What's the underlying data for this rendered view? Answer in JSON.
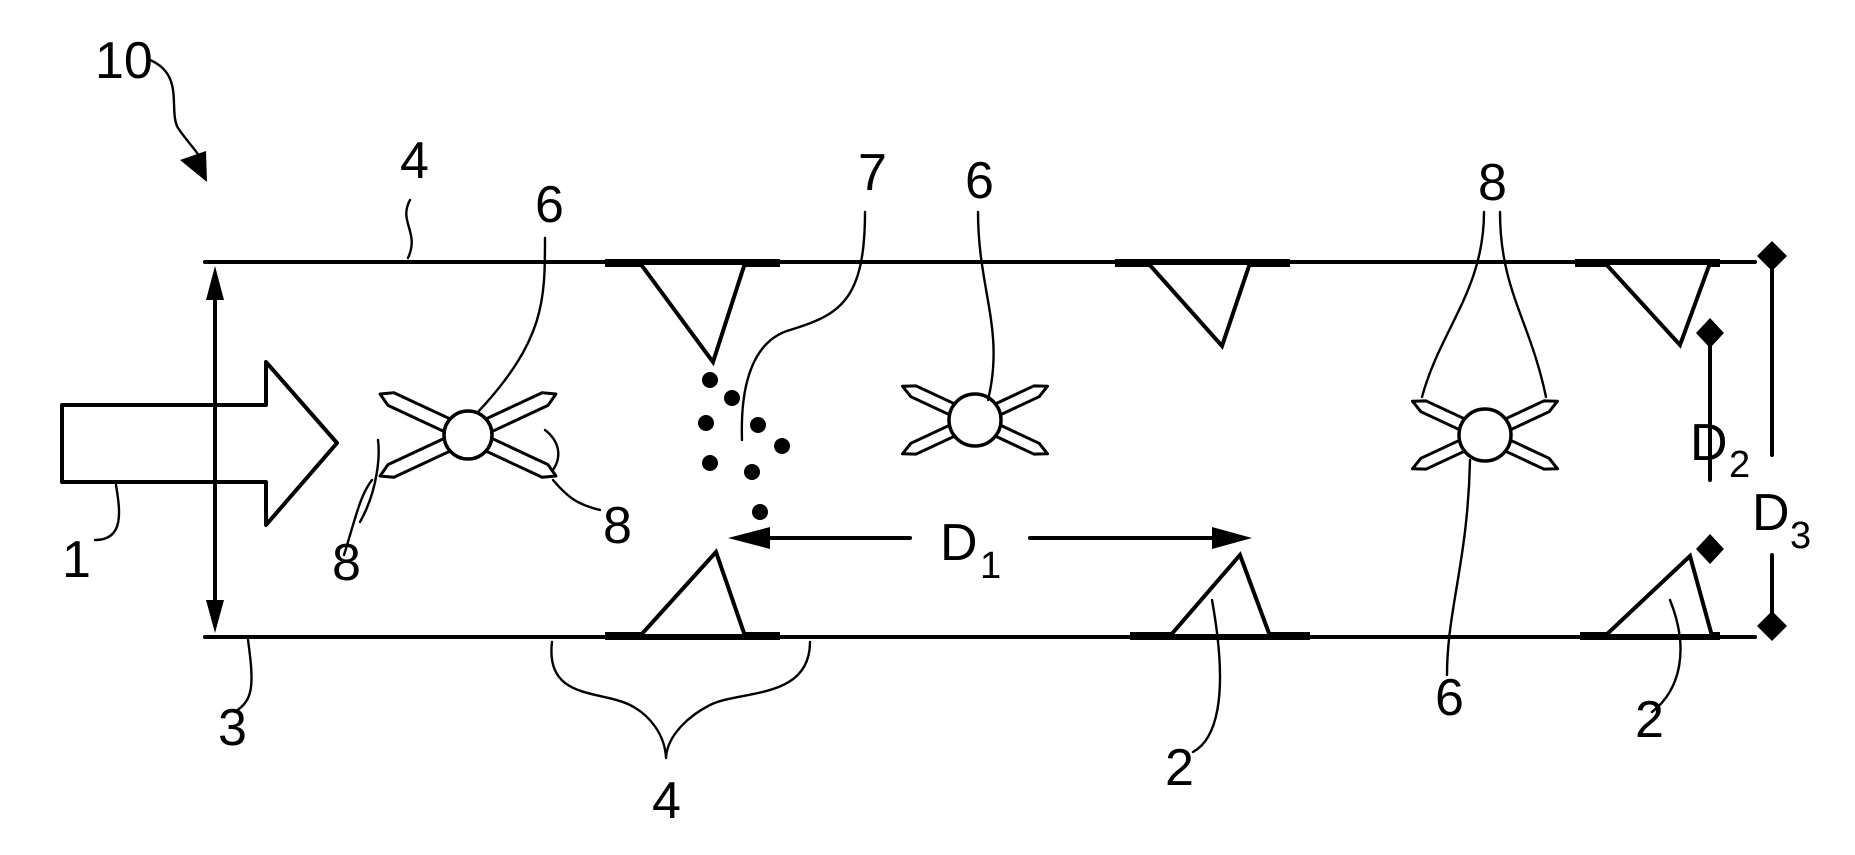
{
  "figure": {
    "ref_numerals": {
      "device": "10",
      "flow": "1",
      "baffle": "2",
      "wall": "3",
      "section_top": "4",
      "section_bottom": "4",
      "mixer_left": "6",
      "mixer_middle": "6",
      "mixer_right": "6",
      "particles": "7",
      "blade_left_a": "8",
      "blade_left_b": "8",
      "blade_right": "8",
      "baffle_right": "2"
    },
    "dimensions": {
      "d1_main": "D",
      "d1_sub": "1",
      "d2_main": "D",
      "d2_sub": "2",
      "d3_main": "D",
      "d3_sub": "3"
    }
  }
}
